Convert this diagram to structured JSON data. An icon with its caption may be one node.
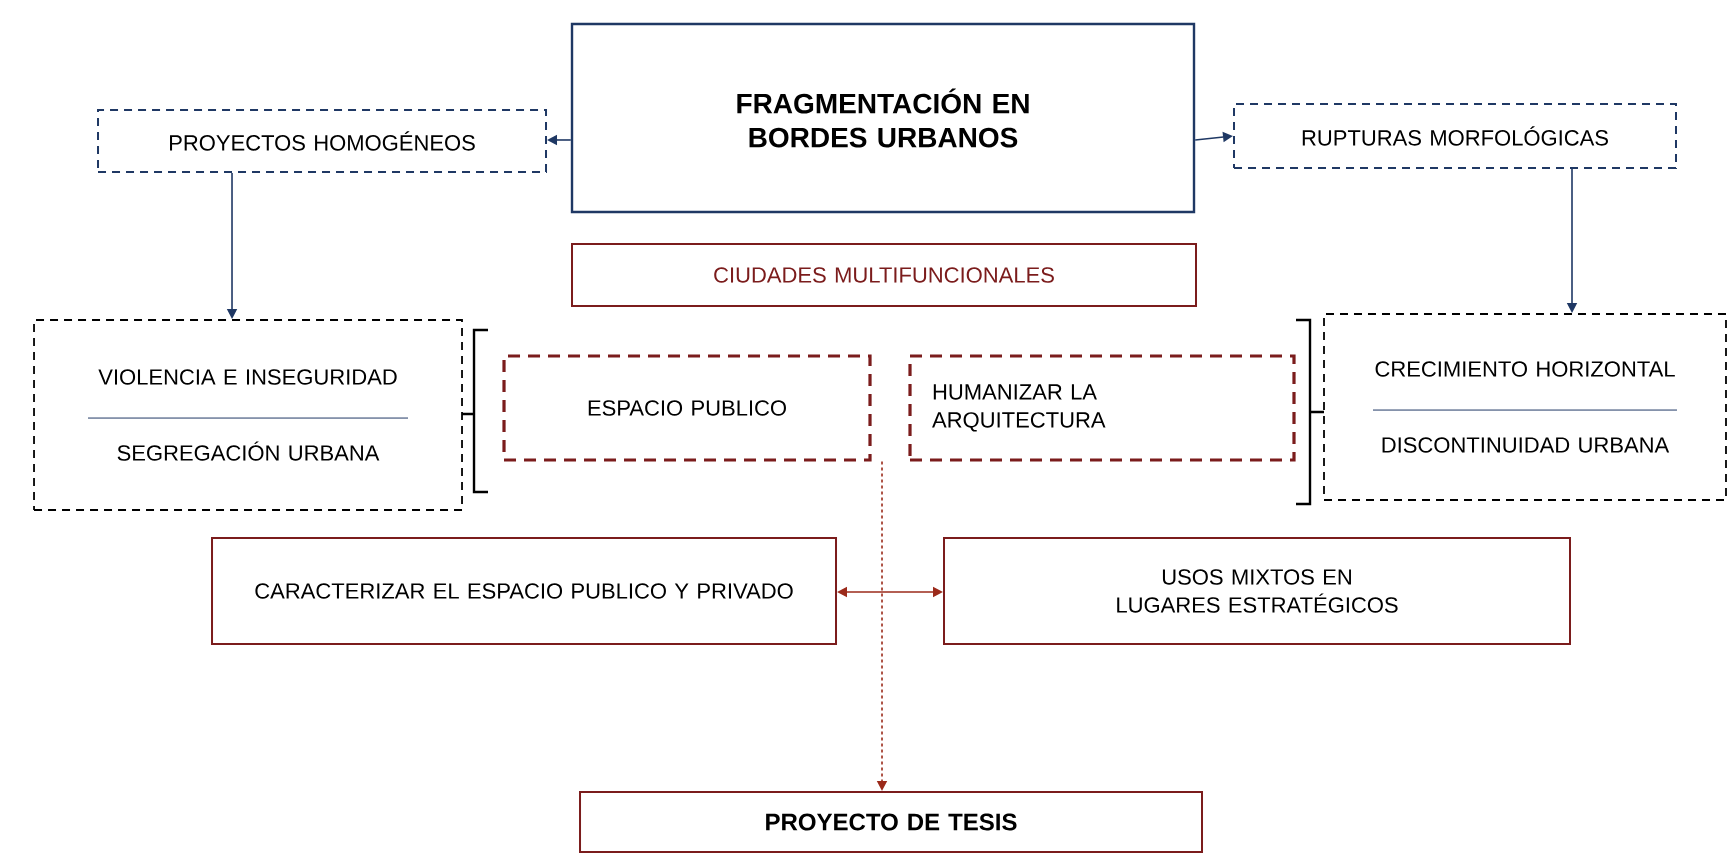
{
  "diagram": {
    "nodes": [
      {
        "text": [
          "FRAGMENTACIÓN EN BORDES URBANOS"
        ]
      },
      {
        "text": [
          "PROYECTOS HOMOGÉNEOS"
        ]
      },
      {
        "text": [
          "RUPTURAS MORFOLÓGICAS"
        ]
      },
      {
        "text": [
          "CIUDADES MULTIFUNCIONALES"
        ]
      },
      {
        "text": [
          "VIOLENCIA E INSEGURIDAD",
          "SEGREGACIÓN URBANA"
        ]
      },
      {
        "text": [
          "ESPACIO PUBLICO"
        ]
      },
      {
        "text": [
          "HUMANIZAR LA ARQUITECTURA"
        ]
      },
      {
        "text": [
          "CRECIMIENTO HORIZONTAL",
          "DISCONTINUIDAD URBANA"
        ]
      },
      {
        "text": [
          "CARACTERIZAR EL ESPACIO PUBLICO Y PRIVADO"
        ]
      },
      {
        "text": [
          "USOS MIXTOS EN LUGARES ESTRATÉGICOS"
        ]
      },
      {
        "text": [
          "PROYECTO DE TESIS"
        ]
      }
    ],
    "edges": [
      {
        "from": 0,
        "to": 1,
        "arrow": "to"
      },
      {
        "from": 0,
        "to": 2,
        "arrow": "to"
      },
      {
        "from": 1,
        "to": 4,
        "arrow": "to"
      },
      {
        "from": 2,
        "to": 7,
        "arrow": "to"
      },
      {
        "from": 8,
        "to": 9,
        "arrow": "both",
        "color": "#9b2a1a"
      },
      {
        "from": 5,
        "to": 10,
        "arrow": "to",
        "style": "dashed",
        "color": "#9b2a1a"
      }
    ]
  }
}
